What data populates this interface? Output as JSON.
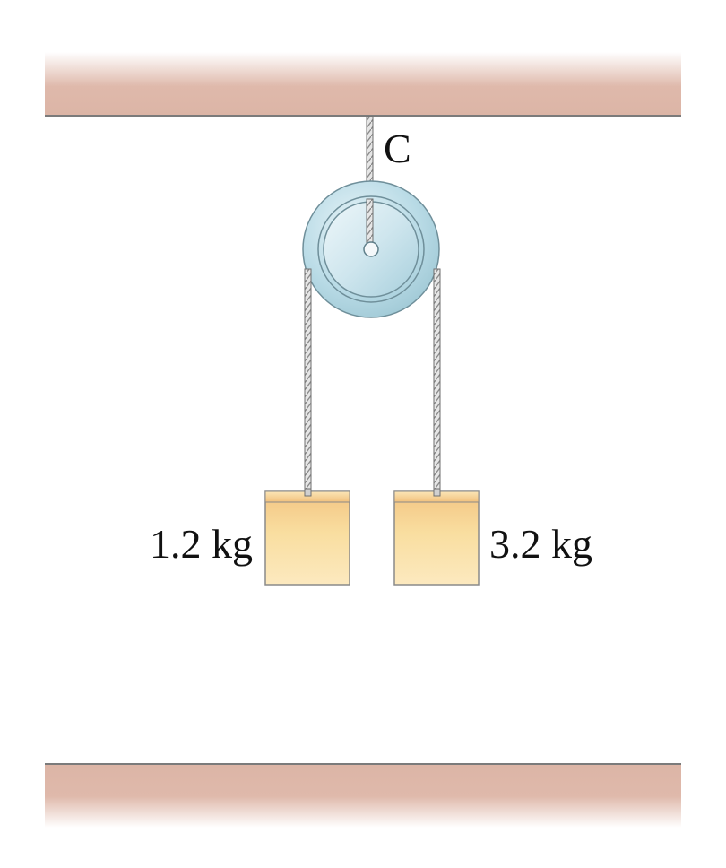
{
  "labels": {
    "pulley_point": "C",
    "left_mass": "1.2 kg",
    "right_mass": "3.2 kg"
  },
  "colors": {
    "surface": "#dfb9ab",
    "block": "#f7d08c",
    "pulley": "#a9d0dc",
    "rope": "#8f8f8f"
  }
}
